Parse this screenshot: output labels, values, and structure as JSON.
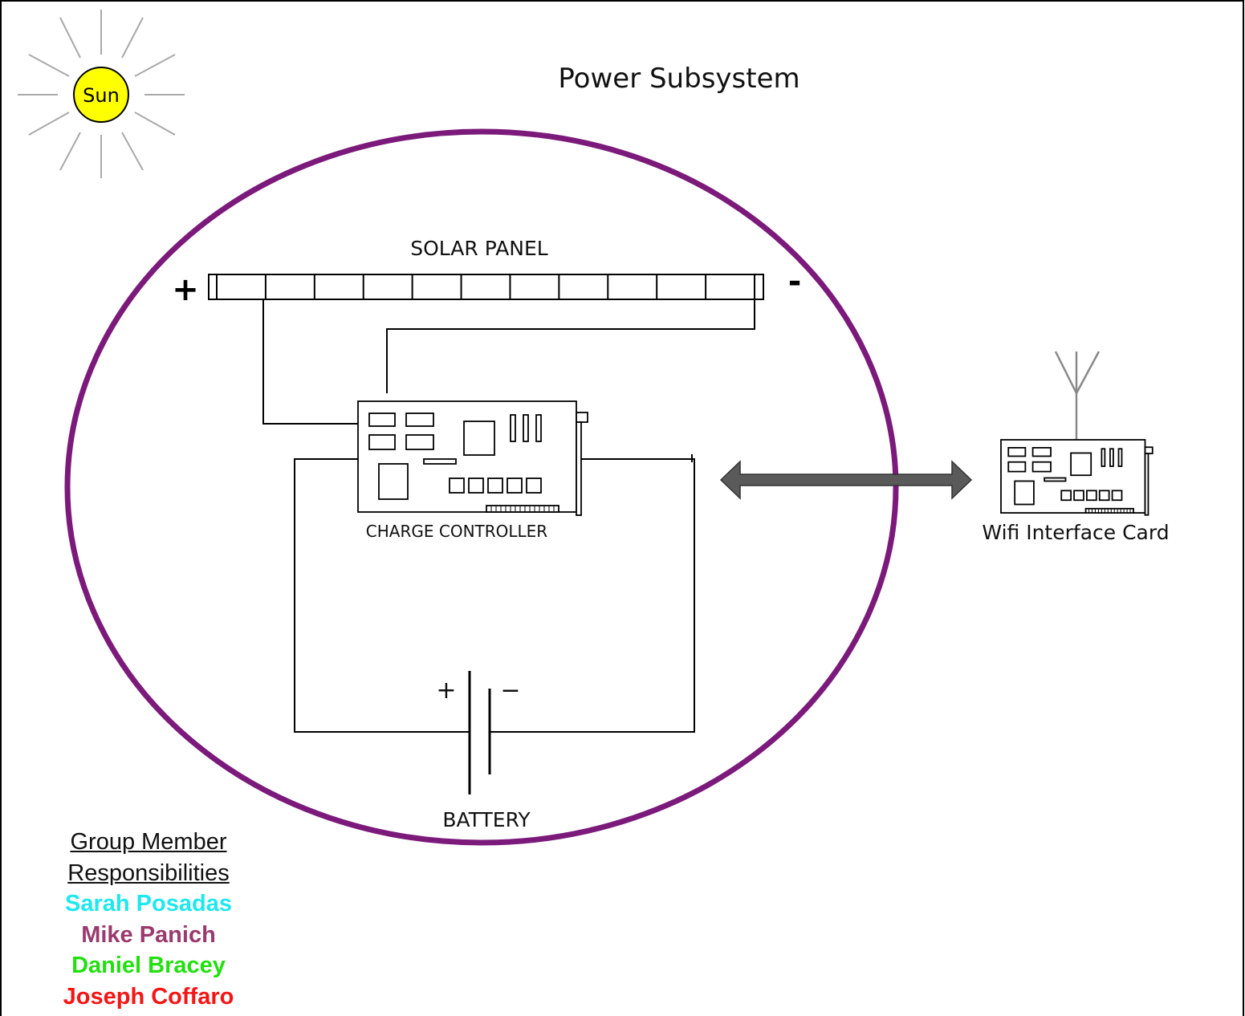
{
  "title": "Power Subsystem",
  "sun": {
    "label": "Sun",
    "color": "#ffff00"
  },
  "solar_panel": {
    "label": "SOLAR PANEL",
    "plus": "+",
    "minus": "-"
  },
  "charge_controller": {
    "label": "CHARGE CONTROLLER"
  },
  "battery": {
    "label": "BATTERY",
    "plus": "+",
    "minus": "−"
  },
  "wifi_card": {
    "label": "Wifi Interface Card"
  },
  "subsystem_boundary_color": "#7b1a7b",
  "arrow_color": "#5a5a5a",
  "legend": {
    "heading_line1": "Group Member",
    "heading_line2": "Responsibilities",
    "members": [
      {
        "name": "Sarah Posadas",
        "color": "#1ee8ee"
      },
      {
        "name": "Mike Panich",
        "color": "#9a3a6e"
      },
      {
        "name": "Daniel Bracey",
        "color": "#22e010"
      },
      {
        "name": "Joseph Coffaro",
        "color": "#f51515"
      }
    ]
  }
}
